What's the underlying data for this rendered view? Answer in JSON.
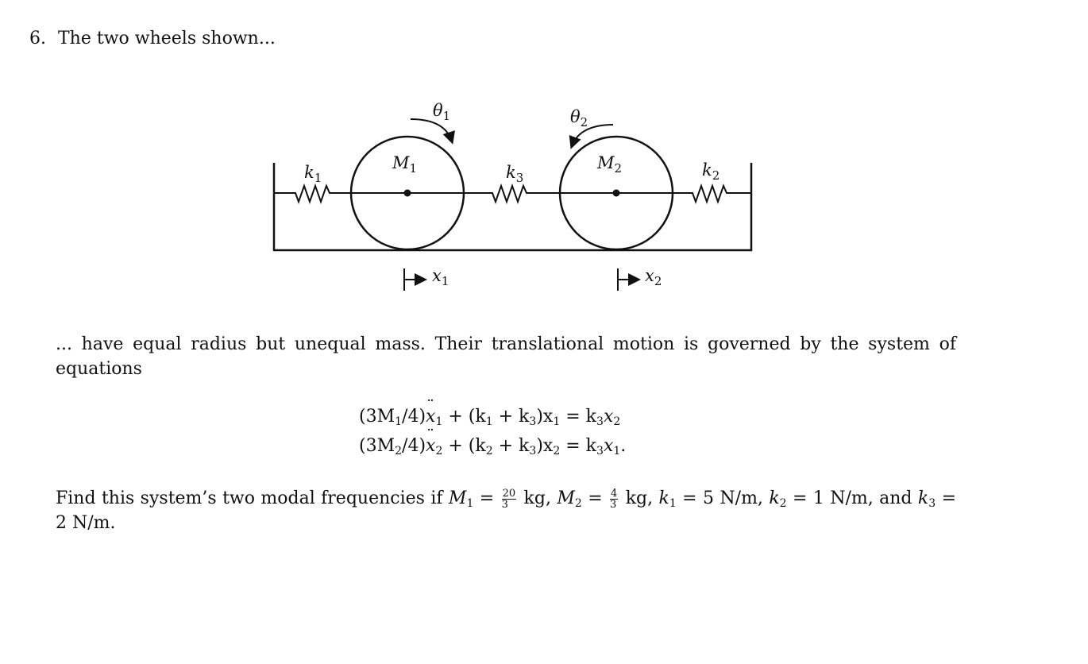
{
  "problem": {
    "number": "6.",
    "lead_in": "The two wheels shown...",
    "para1": "... have equal radius but unequal mass. Their translational motion is governed by the system of equations",
    "equations": {
      "eq1": {
        "lhs_a": "(3M",
        "lhs_a_sub": "1",
        "lhs_b": "/4)",
        "xdd": "x",
        "xdd_sub": "1",
        "mid_a": " + (k",
        "mid_a_sub": "1",
        "mid_b": " + k",
        "mid_b_sub": "3",
        "mid_c": ")x",
        "mid_c_sub": "1",
        "rhs_a": " = k",
        "rhs_a_sub": "3",
        "rhs_b": "x",
        "rhs_b_sub": "2",
        "end": ""
      },
      "eq2": {
        "lhs_a": "(3M",
        "lhs_a_sub": "2",
        "lhs_b": "/4)",
        "xdd": "x",
        "xdd_sub": "2",
        "mid_a": " + (k",
        "mid_a_sub": "2",
        "mid_b": " + k",
        "mid_b_sub": "3",
        "mid_c": ")x",
        "mid_c_sub": "2",
        "rhs_a": " = k",
        "rhs_a_sub": "3",
        "rhs_b": "x",
        "rhs_b_sub": "1",
        "end": "."
      }
    },
    "para2": {
      "intro": "Find this system’s two modal frequencies if ",
      "m1_sym": "M",
      "m1_sub": "1",
      "eq": " = ",
      "m1_num": "20",
      "m1_den": "3",
      "m1_unit": " kg, ",
      "m2_sym": "M",
      "m2_sub": "2",
      "m2_num": "4",
      "m2_den": "3",
      "m2_unit": " kg, ",
      "k1_sym": "k",
      "k1_sub": "1",
      "k1_val": " = 5 N/m, ",
      "k2_sym": "k",
      "k2_sub": "2",
      "k2_val": " = 1 N/m, and ",
      "k3_sym": "k",
      "k3_sub": "3",
      "k3_val": " = 2 N/m."
    }
  },
  "diagram": {
    "theta1": "θ",
    "theta1_sub": "1",
    "theta2": "θ",
    "theta2_sub": "2",
    "k1": "k",
    "k1_sub": "1",
    "k2": "k",
    "k2_sub": "2",
    "k3": "k",
    "k3_sub": "3",
    "m1": "M",
    "m1_sub": "1",
    "m2": "M",
    "m2_sub": "2",
    "x1": "x",
    "x1_sub": "1",
    "x2": "x",
    "x2_sub": "2"
  }
}
